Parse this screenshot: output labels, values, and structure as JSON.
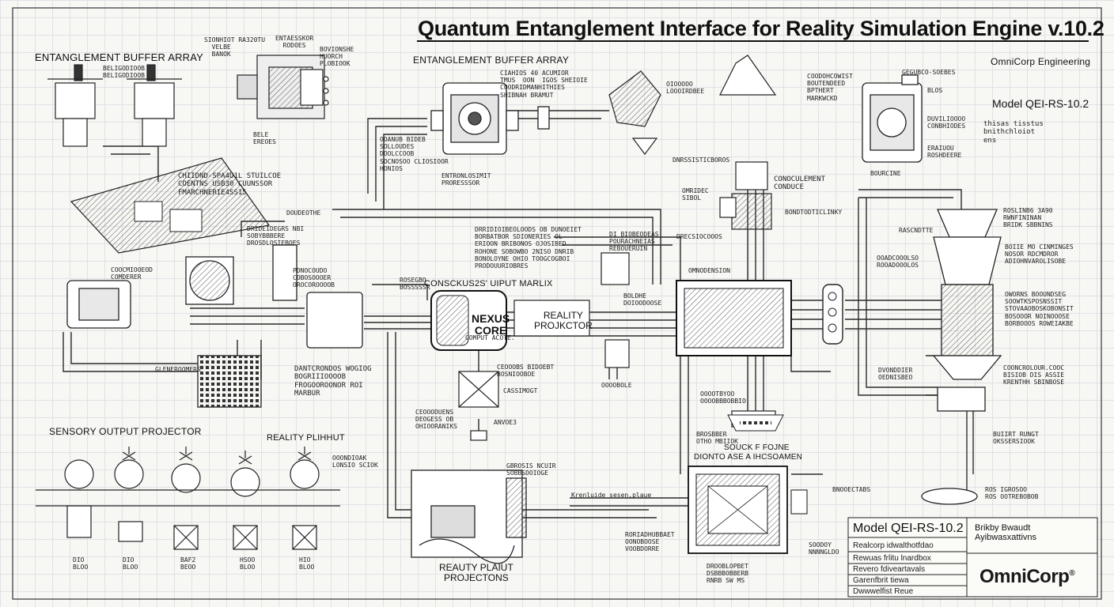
{
  "title": "Quantum Entanglement Interface for Reality Simulation Engine v.10.2",
  "company": "OmniCorp Engineering",
  "model_header": "Model QEI-RS-10.2",
  "header_note": "thisas tisstus\nbnithchloiot\nens",
  "sections": {
    "buffer_left": "ENTANGLEMENT BUFFER ARRAY",
    "buffer_top": "ENTANGLEMENT BUFFER ARRAY",
    "sensory": "SENSORY OUTPUT PROJECTOR",
    "reality_plihut": "REALITY PLIHHUT",
    "conscious_matrix": "CONSCKUS2S' UIPUT MARLIX",
    "nexus": "NEXUS\nCORE",
    "nexus_sub": "COMPUT ACOTE.",
    "reality_projector": "REALITY\nPROJKCTOR",
    "plaiut_projectons": "REAUTY PLAIUT\nPROJECTONS",
    "diagnostic": "DIONTO ASE A IHCSOAMEN",
    "sensor_pulse": "SOUCK  F  FOJNE"
  },
  "labels": {
    "l1": "SIONHIOT RA320TU\n  VELBE\n  BANOK",
    "l2": "ENTAESSKOR\n  RODOES",
    "l3": "BOVIONSHE\nHUORCH\nPLOBIOOK",
    "l4": "BELE\nEREOES",
    "l5": "CHIIDND-SPA4U1L STUILCOE\nCOENTNS USB30 CUUNSSOR\nFMARCHNERIE4SS15",
    "l6": "CIAHIOS 40 ACUMIOR\nTMUS  OON  IGOS SHEIOIE\nCOODRIDMANHITHIES\nSHIBNAH BRAMUT",
    "l7": "OOANUB BIDEB\nSOLLOUDES\nDOOLCCOOB\nSOCNOSOO CLIOSIOOR\nHONIOS",
    "l8": "ENTRONLOSIMIT\nPRORESSSOR",
    "l9": "OIOOOOO\nLOOOIRDBEE",
    "l10": "COODOHCOWIST\nBOUTENDEED\nBPTHERT\nMARKWCKD",
    "l11": "GEGUBCO-SOEBES",
    "l12": "BLOS",
    "l13": "DUVILIOOOO\nCONBHIODES",
    "l14": "ERAIUOU\nROSHDEERE",
    "l15": "BOURCINE",
    "l16": "DNRSSISTICBOROS",
    "l17": "CONOCULEMENT\nCONDUCE",
    "l18": "OMRIDEC\nSIBOL",
    "l19": "BONDTODTICLINKY",
    "l20": "DI BIOBEODEAS\nPOURACHNEIAS\nREBOUERUIN",
    "l21": "DRECSIOCOOOS",
    "l22": "OMNODENSION",
    "l23": "DRRIDIOIBEOLOODS OB DUNOEIET\nBORBATBOR SDIONERIES OL\nERIOON BRIBONOS OJOSIBED\nROHONE SOBOWBO 2NISO DNRIB\nBONOLOYNE OHIO TOOGCOGBOI\nPRODOUURIOBRES",
    "l24": "ROSLINB6 3A90\nRWNFININAN\nBRIDK SBBNINS",
    "l25": "RASCNDTTE",
    "l26": "BOIIE MO CINMINGES\nNOSOR RDCMDROR\nADIOHNVAROLISOBE",
    "l27": "OWORNS BOOUNDSEG\nSOOWTKSPOSNSSIT\nSTOVAAOBOSKOBONSIT\nBOSOOOR NOINOOOSE\nBORBOOOS ROWEIAKBE",
    "l28": "COONCROLOUR.COOC\nBISIOB DIS ASSIE\nKRENTHH SBINBOSE",
    "l29": "BUIIRT RUNGT\nOKSSERSIOOK",
    "l30": "ROS IGROSOO\nROS OOTREBOBOB",
    "l31": "DVONDDIER\nOEDNISBEO",
    "l32": "OOADCOOOLSO\nROOADOOOLOS",
    "l33": "DRIDEIDEGRS NBI\nSOBYBBBERE\nDROSDLOSIEBOES",
    "l34": "DOUDEOTHE",
    "l35": "PDNOCOUDO\nCOBOSOOOER\nOROCOROOOOB",
    "l36": "DANTCRONDOS WOGIOG\nBOGRIIIOOOOB\nFROGOOROONOR ROI\nMARBUR",
    "l37": "GLENEROOMERS",
    "l38": "COOCMIOOEOD\nCOMDERER",
    "l39": "CEOOODUENS\nDEOGESS OB\nOHIOORANIKS",
    "l40": "CEOOOBS BIDOEBT\nBOSNIOOBOE",
    "l41": "CASSIMOGT",
    "l42": "ANVOE3",
    "l43": "GBROSIS NCUIR\nSOBBSDOIOGE",
    "l44": "Krenluide sesen,plaue",
    "l45": "RORIADHUBBAET\nOONOBOOSE\nVOOBDORRE",
    "l46": "DROOBLOPBET\nDSBBBOBBERB\nRNRB SW MS",
    "l47": "BNOOECTABS",
    "l48": "SOODOY\nNNNNGLDO",
    "l49": "OOOOTBYOO\nOOOOBBBOBBIO",
    "l50": "BROSBBER\nOTHO MBIIOK",
    "l51": "BOLDHE\nDOIOODOOSE",
    "l52": "OOONDIOAK\nLONSIO SCIOK",
    "l53": "DIO\nBLOO",
    "l54": "DIO\nBLOO",
    "l55": "BAF2\nBEOO",
    "l56": "HSOO\nBLOO",
    "l57": "HIO\nBLOO",
    "l58": "BELIGODIOOB\nBELIGODIOOB",
    "l59": "OOOOBOLE",
    "l60": "ROSEGBO\nBOSSSSSR"
  },
  "title_block": {
    "model": "Model QEI-RS-10.2",
    "rows": [
      "Realcorp idwalthotfdao",
      "Rewuas frlitu lnardbox",
      "Revero fdiveartavals",
      "Garenfbrit tiewa",
      "Dwwwelfist Reue"
    ],
    "right_text": "Brikby Bwaudt\nAyibwasxattivns",
    "logo": "OmniCorp",
    "logo_mark": "®"
  }
}
